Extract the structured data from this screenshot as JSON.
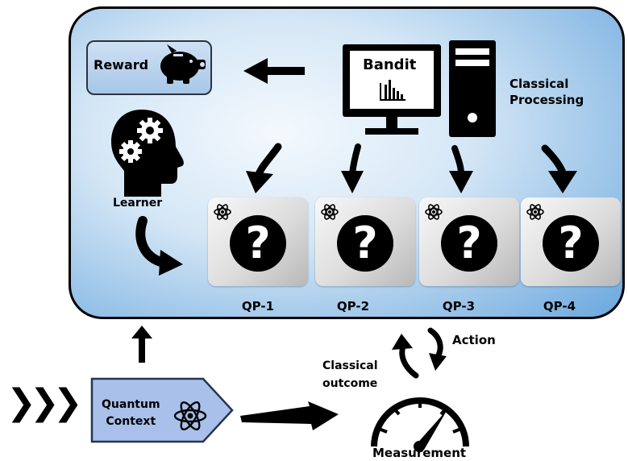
{
  "diagram": {
    "classical_block": {
      "reward_label": "Reward",
      "bandit_label": "Bandit",
      "processing_label": "Classical\nProcessing",
      "learner_label": "Learner",
      "qp_labels": [
        "QP-1",
        "QP-2",
        "QP-3",
        "QP-4"
      ],
      "qp_symbol": "?"
    },
    "lower": {
      "quantum_context_label": "Quantum\nContext",
      "measurement_label": "Measurement",
      "action_label": "Action",
      "outcome_label": "Classical\noutcome",
      "chevrons": "❯❯❯"
    },
    "icons": [
      "piggy-bank-icon",
      "monitor-chart-icon",
      "computer-tower-icon",
      "head-gears-icon",
      "atom-icon",
      "question-icon",
      "gauge-icon"
    ],
    "colors": {
      "block_light": "#f4f9fd",
      "block_dark": "#5d9fdb",
      "quantum_context_fill": "#a8c0ea",
      "qp_tile": "#dcdcdc",
      "ink": "#000000"
    }
  }
}
